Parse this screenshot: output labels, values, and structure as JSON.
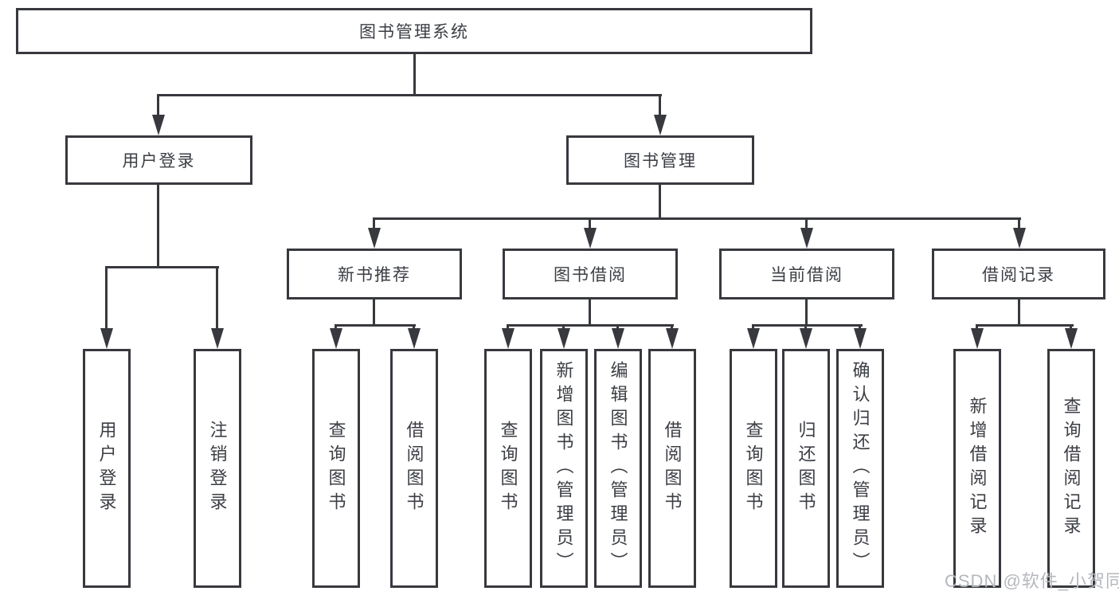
{
  "tree": {
    "label": "图书管理系统",
    "children": [
      {
        "label": "用户登录",
        "children": [
          {
            "label": "用户登录"
          },
          {
            "label": "注销登录"
          }
        ]
      },
      {
        "label": "图书管理",
        "children": [
          {
            "label": "新书推荐",
            "children": [
              {
                "label": "查询图书"
              },
              {
                "label": "借阅图书"
              }
            ]
          },
          {
            "label": "图书借阅",
            "children": [
              {
                "label": "查询图书"
              },
              {
                "label": "新增图书（管理员）"
              },
              {
                "label": "编辑图书（管理员）"
              },
              {
                "label": "借阅图书"
              }
            ]
          },
          {
            "label": "当前借阅",
            "children": [
              {
                "label": "查询图书"
              },
              {
                "label": "归还图书"
              },
              {
                "label": "确认归还（管理员）"
              }
            ]
          },
          {
            "label": "借阅记录",
            "children": [
              {
                "label": "新增借阅记录"
              },
              {
                "label": "查询借阅记录"
              }
            ]
          }
        ]
      }
    ]
  },
  "watermark": "CSDN @软件_小贺同学",
  "colors": {
    "line": "#37393e",
    "text": "#3b3e44",
    "watermark": "#b5b8bd",
    "background": "#ffffff"
  }
}
